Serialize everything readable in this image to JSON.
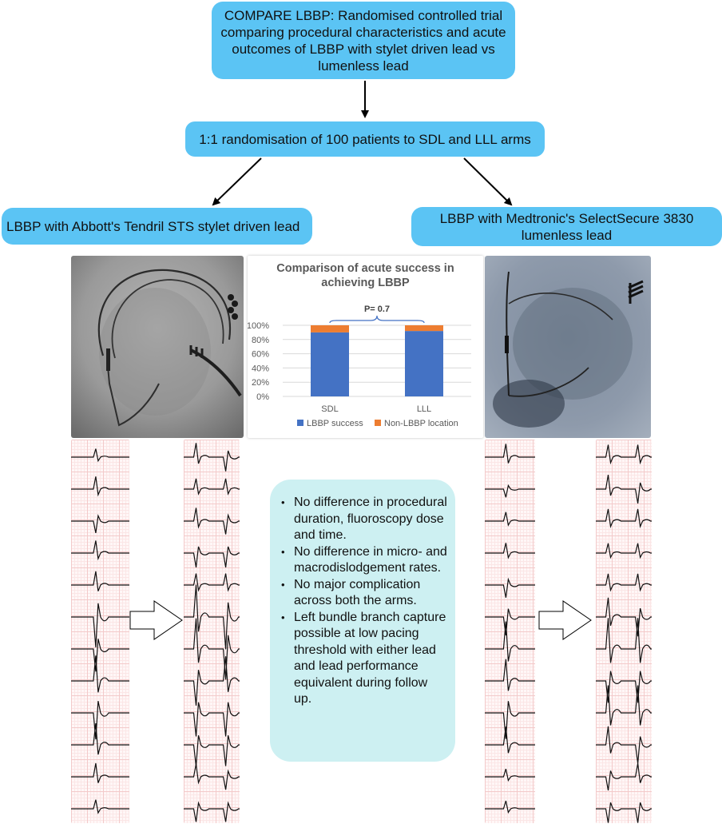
{
  "title_box": "COMPARE LBBP: Randomised controlled trial comparing procedural characteristics and acute outcomes of LBBP with stylet driven lead vs lumenless lead",
  "randomisation_box": "1:1 randomisation of 100 patients to SDL and LLL arms",
  "left_arm": "LBBP with Abbott's Tendril STS stylet driven lead",
  "right_arm": "LBBP with Medtronic's SelectSecure 3830 lumenless lead",
  "findings": [
    "No difference in procedural duration, fluoroscopy dose and time.",
    "No difference in micro- and macrodislodgement rates.",
    "No major complication across both the arms.",
    "Left bundle branch capture possible at low pacing threshold with either lead and lead performance equivalent during follow up."
  ],
  "colors": {
    "box_blue": "#5bc4f4",
    "findings_bg": "#cdf0f2",
    "success": "#4472c4",
    "non_lbbp": "#ed7d31"
  },
  "chart_data": {
    "type": "bar",
    "stacked": true,
    "title_line1": "Comparison of acute success in",
    "title_line2": "achieving LBBP",
    "annotation": "P= 0.7",
    "categories": [
      "SDL",
      "LLL"
    ],
    "series": [
      {
        "name": "LBBP success",
        "values": [
          90,
          92
        ],
        "color": "#4472c4"
      },
      {
        "name": "Non-LBBP location",
        "values": [
          10,
          8
        ],
        "color": "#ed7d31"
      }
    ],
    "ylim": [
      0,
      100
    ],
    "yticks": [
      "0%",
      "20%",
      "40%",
      "60%",
      "80%",
      "100%"
    ],
    "legend_position": "bottom",
    "grid": true
  }
}
